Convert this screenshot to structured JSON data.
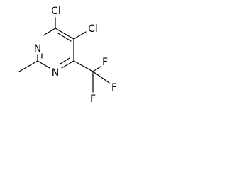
{
  "molecule": {
    "atoms": {
      "n1": "N",
      "n3": "N",
      "cl4": "Cl",
      "cl5": "Cl",
      "f_top": "F",
      "f_right": "F",
      "f_bottom": "F"
    }
  },
  "colors": {
    "bond": "#000000",
    "text": "#000000",
    "background": "#ffffff"
  }
}
